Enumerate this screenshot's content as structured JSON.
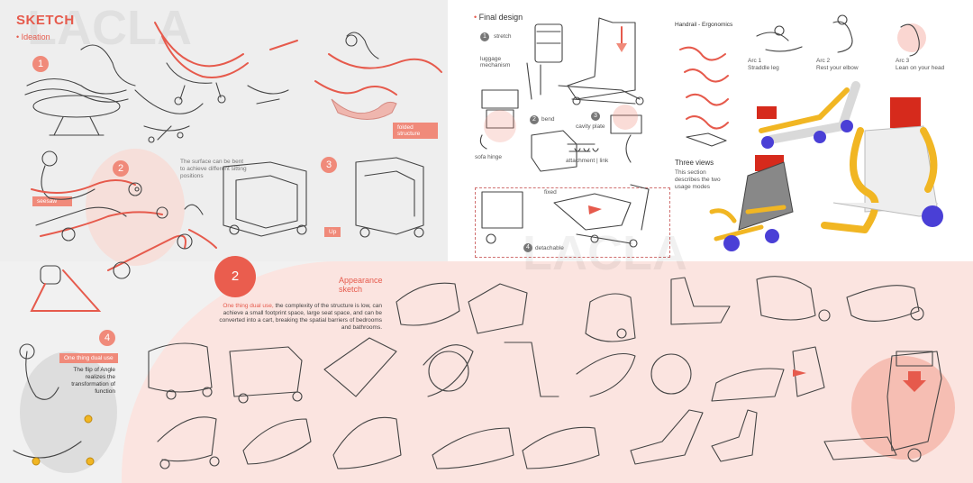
{
  "sketch": {
    "title": "SKETCH",
    "ideation": "Ideation",
    "step1": "1",
    "step2": "2",
    "step3": "3",
    "step4": "4",
    "surface_note": "The surface can be bent to achieve different sitting positions",
    "tag_folded": "folded structure",
    "tag_seesaw": "seesaw",
    "tag_up": "Up",
    "tag_dual": "One thing dual use",
    "flip_text": "The flip of Angle realizes the transformation of function"
  },
  "final": {
    "title": "Final design",
    "stretch": "stretch",
    "luggage": "luggage mechanism",
    "bend": "bend",
    "cavity_plate": "cavity plate",
    "sofa_hinge": "sofa hinge",
    "attachment": "attachment",
    "link": "link",
    "fixed": "fixed",
    "detachable": "detachable",
    "n1": "1",
    "n2": "2",
    "n3": "3",
    "n4": "4"
  },
  "ergo": {
    "title": "Handrail - Ergonomics",
    "arc1": "Arc 1",
    "arc1_desc": "Straddle leg",
    "arc2": "Arc 2",
    "arc2_desc": "Rest your elbow",
    "arc3": "Arc 3",
    "arc3_desc": "Lean on your head",
    "three_views": "Three views",
    "three_desc": "This section describes the two usage modes"
  },
  "appearance": {
    "num": "2",
    "title_l1": "Appearance",
    "title_l2": "sketch",
    "highlight": "One thing dual use,",
    "desc": " the complexity of the structure is low, can achieve a small footprint space, large seat space, and can be converted into a cart, breaking the spatial barriers of bedrooms and bathrooms."
  },
  "watermark": {
    "text": "LACLA"
  },
  "colors": {
    "accent": "#e65a4c",
    "pink": "#fbe4e0",
    "yellow": "#f1b623",
    "blue": "#4a3fd6",
    "red": "#d62a1c"
  }
}
